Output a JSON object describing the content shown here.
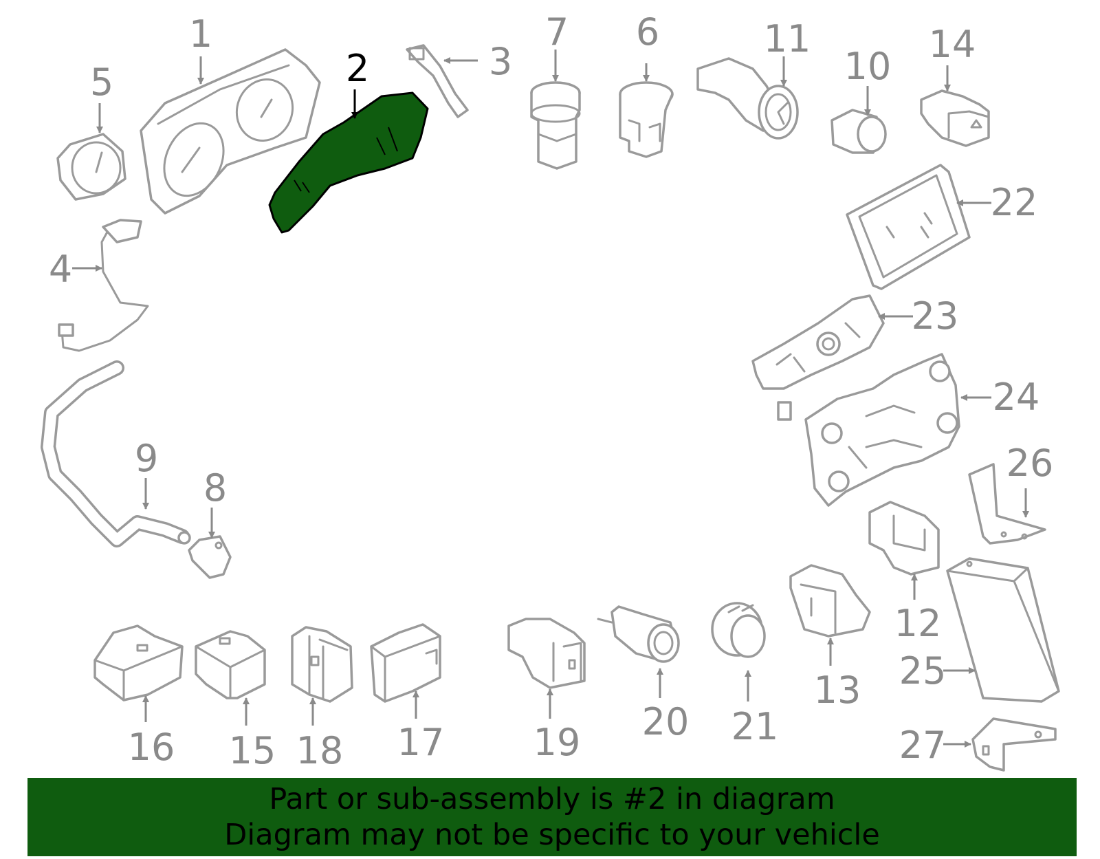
{
  "colors": {
    "highlight": "#0f5c0f",
    "line": "#9a9a9a",
    "label": "#8a8a8a"
  },
  "diagram": {
    "highlighted_part": "2",
    "callouts": [
      "1",
      "2",
      "3",
      "4",
      "5",
      "6",
      "7",
      "8",
      "9",
      "10",
      "11",
      "12",
      "13",
      "14",
      "15",
      "16",
      "17",
      "18",
      "19",
      "20",
      "21",
      "22",
      "23",
      "24",
      "25",
      "26",
      "27"
    ]
  },
  "banner": {
    "line1": "Part or sub-assembly is #2 in diagram",
    "line2": "Diagram may not be specific to your vehicle"
  }
}
